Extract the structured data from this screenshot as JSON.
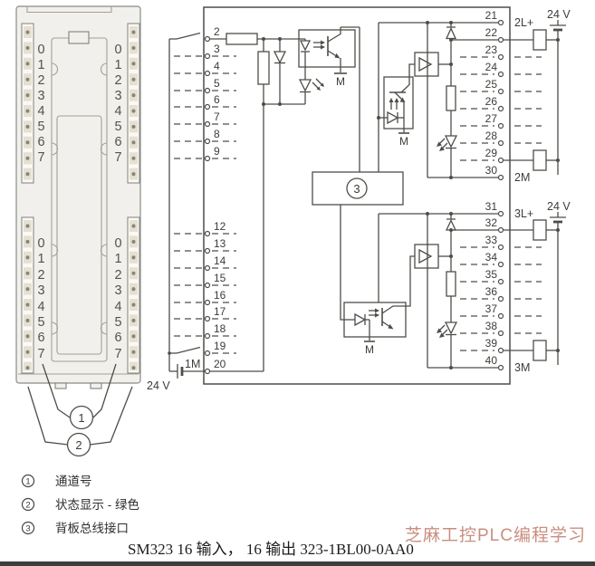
{
  "module": {
    "channels": [
      "0",
      "1",
      "2",
      "3",
      "4",
      "5",
      "6",
      "7"
    ]
  },
  "callouts": {
    "c1": "1",
    "c2": "2"
  },
  "circuit": {
    "left_terminals": [
      "2",
      "3",
      "4",
      "5",
      "6",
      "7",
      "8",
      "9",
      "12",
      "13",
      "14",
      "15",
      "16",
      "17",
      "18",
      "19",
      "20"
    ],
    "right_terminals_a": [
      "21",
      "22",
      "23",
      "24",
      "25",
      "26",
      "27",
      "28",
      "29",
      "30"
    ],
    "right_terminals_b": [
      "31",
      "32",
      "33",
      "34",
      "35",
      "36",
      "37",
      "38",
      "39",
      "40"
    ],
    "labels": {
      "m1": "1M",
      "v24_left": "24 V",
      "l2": "2L+",
      "m2": "2M",
      "v24_a": "24 V",
      "l3": "3L+",
      "m3": "3M",
      "v24_b": "24 V",
      "gnd_a": "M",
      "gnd_b": "M",
      "gnd_c": "M",
      "iface": "3"
    }
  },
  "legend": {
    "items": [
      {
        "n": "1",
        "t": "通道号"
      },
      {
        "n": "2",
        "t": "状态显示 - 绿色"
      },
      {
        "n": "3",
        "t": "背板总线接口"
      }
    ]
  },
  "caption": {
    "text": "SM323 16 输入，  16 输出  323-1BL00-0AA0"
  },
  "watermark": {
    "text": "芝麻工控PLC编程学习",
    "color": "#bc7260"
  },
  "colors": {
    "line": "#4d4d49",
    "module_fill": "#f1f0ec",
    "led_window": "#e6e0d2",
    "watermark": "#bc7260",
    "bottom_bar": "#3e3e3e"
  }
}
